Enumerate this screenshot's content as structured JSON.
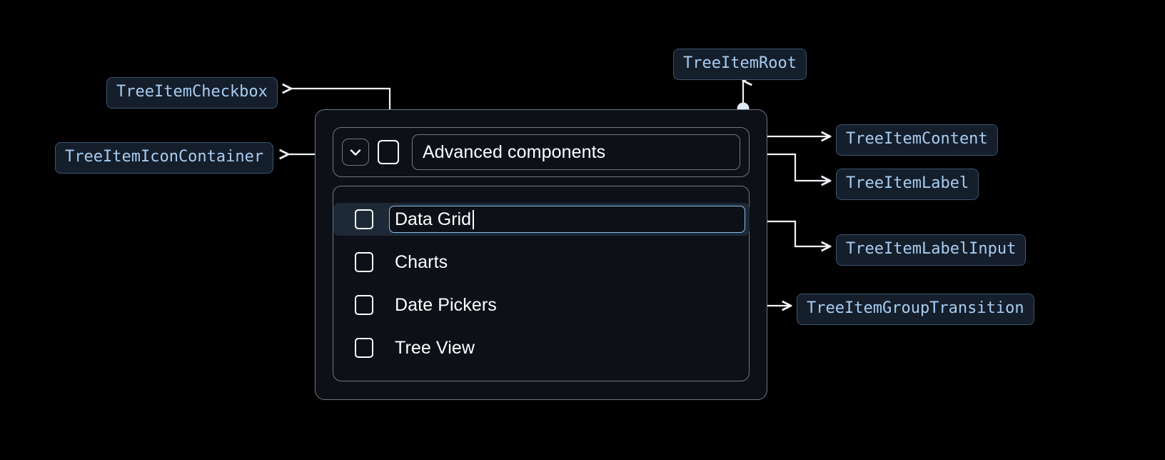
{
  "theme": {
    "background": "#000000",
    "card_bg": "#0d1117",
    "card_border": "#6e7781",
    "chip_bg": "#151e2b",
    "chip_border": "#3c556f",
    "chip_text": "#a7cdf2",
    "accent_blue": "#8bc0ec",
    "selected_row_bg": "#1d2936",
    "wire_color": "#f0f4f8",
    "text": "#ffffff"
  },
  "annotations": [
    {
      "id": "tree-item-checkbox",
      "label": "TreeItemCheckbox"
    },
    {
      "id": "tree-item-icon-container",
      "label": "TreeItemIconContainer"
    },
    {
      "id": "tree-item-root",
      "label": "TreeItemRoot"
    },
    {
      "id": "tree-item-content",
      "label": "TreeItemContent"
    },
    {
      "id": "tree-item-label",
      "label": "TreeItemLabel"
    },
    {
      "id": "tree-item-label-input",
      "label": "TreeItemLabelInput"
    },
    {
      "id": "tree-item-group-transition",
      "label": "TreeItemGroupTransition"
    }
  ],
  "tree": {
    "parent": {
      "label": "Advanced components",
      "expanded": true,
      "checked": false,
      "expand_icon": "chevron-down-icon"
    },
    "children": [
      {
        "label": "Data Grid",
        "checked": false,
        "editing": true,
        "selected": true
      },
      {
        "label": "Charts",
        "checked": false,
        "editing": false,
        "selected": false
      },
      {
        "label": "Date Pickers",
        "checked": false,
        "editing": false,
        "selected": false
      },
      {
        "label": "Tree View",
        "checked": false,
        "editing": false,
        "selected": false
      }
    ]
  }
}
